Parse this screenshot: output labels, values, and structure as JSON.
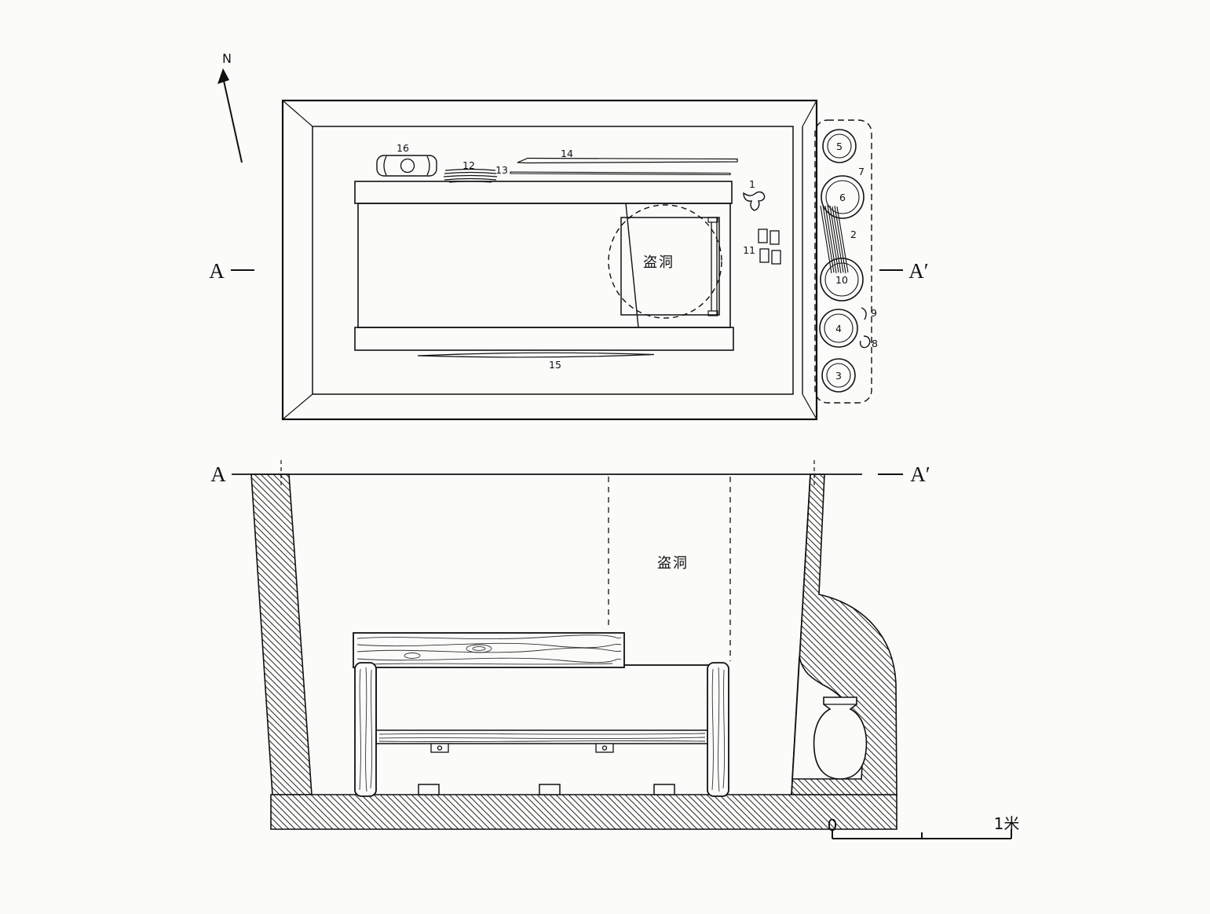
{
  "compass": {
    "label": "N"
  },
  "plan": {
    "marker_left": "A",
    "marker_right": "A′",
    "robber_hole": "盗洞",
    "items": {
      "i1": "1",
      "i11": "11",
      "i12": "12",
      "i13": "13",
      "i14": "14",
      "i15": "15",
      "i16": "16"
    },
    "niche": {
      "v2": "2",
      "v3": "3",
      "v4": "4",
      "v5": "5",
      "v6": "6",
      "v7": "7",
      "v8": "8",
      "v9": "9",
      "v10": "10"
    }
  },
  "section": {
    "marker_left": "A",
    "marker_right": "A′",
    "robber_hole": "盗洞"
  },
  "scale": {
    "zero": "0",
    "one_meter": "1米"
  }
}
